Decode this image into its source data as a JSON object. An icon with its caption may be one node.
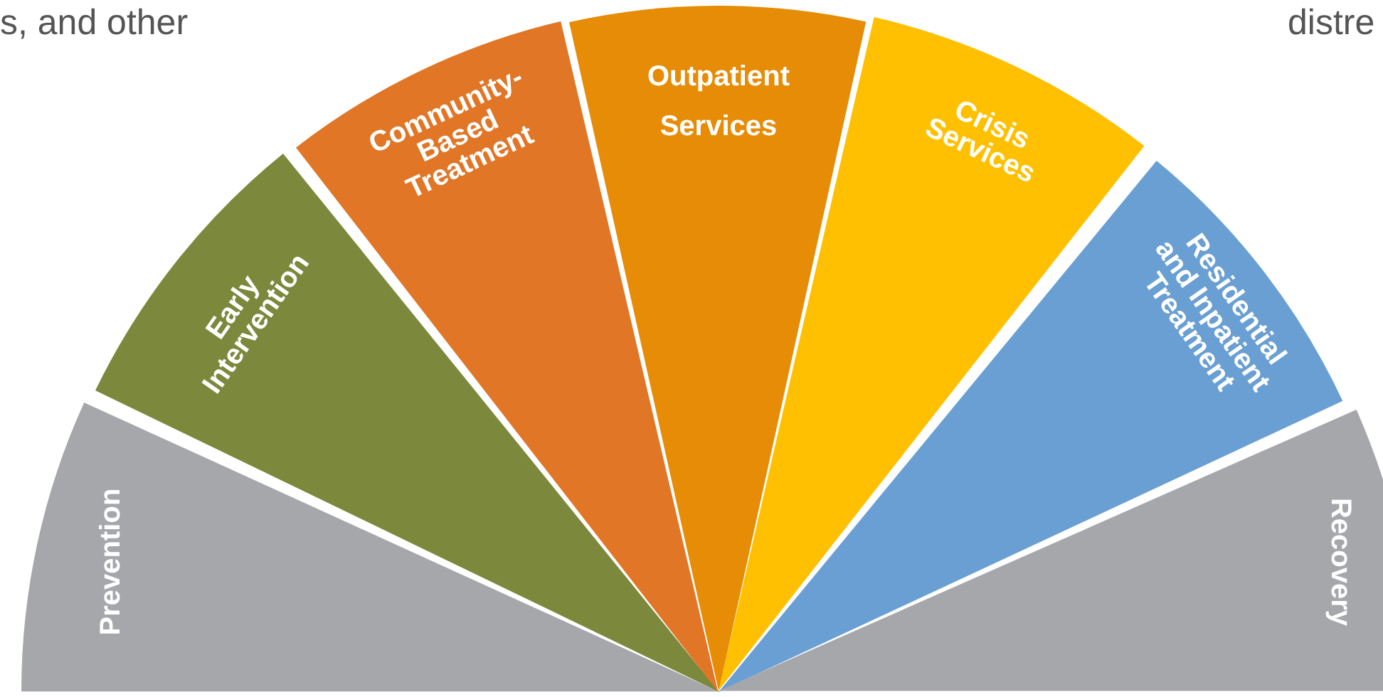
{
  "diagram": {
    "nodes": [
      {
        "text": [
          "Prevention"
        ]
      },
      {
        "text": [
          "Early Intervention"
        ]
      },
      {
        "text": [
          "Community-Based Treatment"
        ]
      },
      {
        "text": [
          "Outpatient Services"
        ]
      },
      {
        "text": [
          "Crisis Services"
        ]
      },
      {
        "text": [
          "Residential and Inpatient Treatment"
        ]
      },
      {
        "text": [
          "Recovery"
        ]
      }
    ],
    "labels": [
      "s, and other",
      "distre"
    ]
  }
}
